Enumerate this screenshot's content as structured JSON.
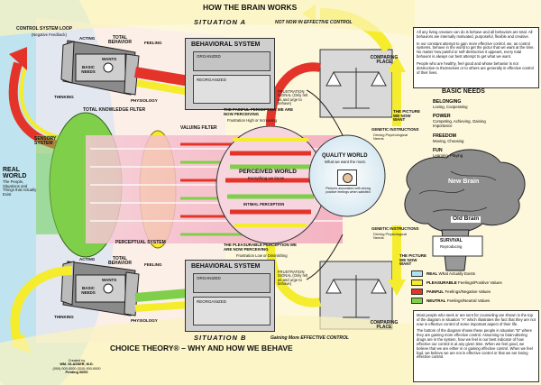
{
  "header": {
    "title": "HOW THE BRAIN WORKS",
    "situation_a": "SITUATION A",
    "situation_a_sub": "NOT NOW IN EFFECTIVE CONTROL",
    "situation_b": "SITUATION B",
    "situation_b_sub": "Gaining More EFFECTIVE CONTROL",
    "bottom_title": "CHOICE THEORY® – WHY AND HOW WE BEHAVE"
  },
  "control_loop": {
    "label": "CONTROL SYSTEM LOOP",
    "sub": "(Negative Feedback)"
  },
  "total_behavior": {
    "acting": "ACTING",
    "title": "TOTAL BEHAVIOR",
    "feeling": "FEELING",
    "thinking": "THINKING",
    "physiology": "PHYSIOLOGY",
    "basic_needs": "BASIC NEEDS",
    "wants": "WANTS"
  },
  "behavioral_system": {
    "title": "BEHAVIORAL SYSTEM",
    "organized": "ORGANIZED",
    "reorganized": "REORGANIZED"
  },
  "frustration_signal": "FRUSTRATION SIGNAL (Only felt as and urge to behave)",
  "comparing_place": "COMPARING PLACE",
  "filters": {
    "total_knowledge": "TOTAL KNOWLEDGE FILTER",
    "valuing": "VALUING FILTER",
    "sensory_system": "SENSORY SYSTEM",
    "perceptual_system": "PERCEPTUAL SYSTEM"
  },
  "real_world": {
    "title": "REAL WORLD",
    "desc": "The People, Situations and Things that Actually Exist"
  },
  "perceived_world": {
    "title": "PERCEIVED WORLD",
    "sub": "Everything we know"
  },
  "quality_world": {
    "title": "QUALITY WORLD",
    "sub": "What we want the most.",
    "pictures": "Pictures associated with strong positive feelings when satisfied"
  },
  "painful_perception": {
    "title": "THE PAINFUL PERCEPTION WE ARE NOW PERCEIVING",
    "sub": "Frustration High or Increasing"
  },
  "pleasurable_perception": {
    "title": "THE PLEASURABLE PERCEPTION WE ARE NOW PERCEIVING",
    "sub": "Frustration Low or Diminishing"
  },
  "picture_we_want_top": "THE PICTURE WE NOW WANT",
  "picture_we_want_bottom": "THE PICTURE WE NOW WANT",
  "genetic_psych": {
    "title": "GENETIC INSTRUCTIONS",
    "sub": "Driving Psychological Needs"
  },
  "genetic_phys": {
    "title": "GENETIC INSTRUCTIONS",
    "sub": "Driving Physiological Needs"
  },
  "intimal_perception": "INTIMAL PERCEPTION",
  "basic_needs": {
    "title": "BASIC NEEDS",
    "items": [
      {
        "name": "BELONGING",
        "desc": "Loving, Cooperating"
      },
      {
        "name": "POWER",
        "desc": "Competing, Achieving, Gaining Importance"
      },
      {
        "name": "FREEDOM",
        "desc": "Moving, Choosing"
      },
      {
        "name": "FUN",
        "desc": "Learning, Playing"
      }
    ],
    "new_brain": "New Brain",
    "old_brain": "Old Brain",
    "survival": "SURVIVAL",
    "survival_desc": "Reproducing"
  },
  "legend": [
    {
      "label": "REAL",
      "desc": "What Actually Exists",
      "color": "#aee2f2"
    },
    {
      "label": "PLEASURABLE",
      "desc": "Feelings/Positive Values",
      "color": "#f4ec2c"
    },
    {
      "label": "PAINFUL",
      "desc": "Feelings/Negative Values",
      "color": "#e4342a"
    },
    {
      "label": "NEUTRAL",
      "desc": "Feelings/Neutral Values",
      "color": "#7fcf4b"
    }
  ],
  "text_top": [
    "All any living creature can do is behave and all behaviors are total. All behaviors are internally motivated, purposeful, flexible and creative.",
    "In our constant attempt to gain more effective control, we, as control systems, behave in the world to get the pictur that we want at the time. No matter how painful or self-destructive it appears, every total behavior is always our best attempt to get what we want.",
    "People who are healthy, feel good and whose behavior is not destructive to themselves or to others are generally in effective control of their lives."
  ],
  "text_bottom": [
    "Most people who seek or are sent for counseling are shown in the top of the diagram in situation \"A\" which illustrates the fact that they are not now in effective control of some important aspect of their life.",
    "The bottom of the diagram shows these people in situation \"B\" where they are gaining more effective control. Assuming no brain-altering drugs are in the system, how we feel is our best indicator of how effective our control is at any given time. When we feel good, we believe that we are either in or gaining effective control. When we feel bad, we believe we are not in effective control or that we are losing effective control."
  ],
  "credits": [
    "Created by",
    "WM. GLASSER, M.D.",
    "(000) 000-0000 (310) 000-0000",
    "Printing 00/00"
  ],
  "colors": {
    "background": "#fdf8dc",
    "red": "#e4342a",
    "yellow": "#f4ec2c",
    "green": "#7fcf4b",
    "blue": "#aee2f2"
  }
}
